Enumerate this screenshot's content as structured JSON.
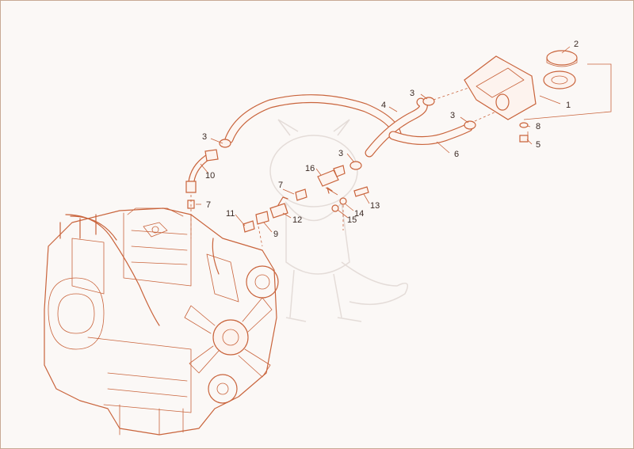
{
  "diagram": {
    "ink_color": "#c9643c",
    "callouts": [
      "1",
      "2",
      "3",
      "4",
      "5",
      "6",
      "7",
      "8",
      "9",
      "10",
      "11",
      "12",
      "13",
      "14",
      "15",
      "16"
    ],
    "callout_3_repeat": "3",
    "callout_7_repeat": "7"
  }
}
